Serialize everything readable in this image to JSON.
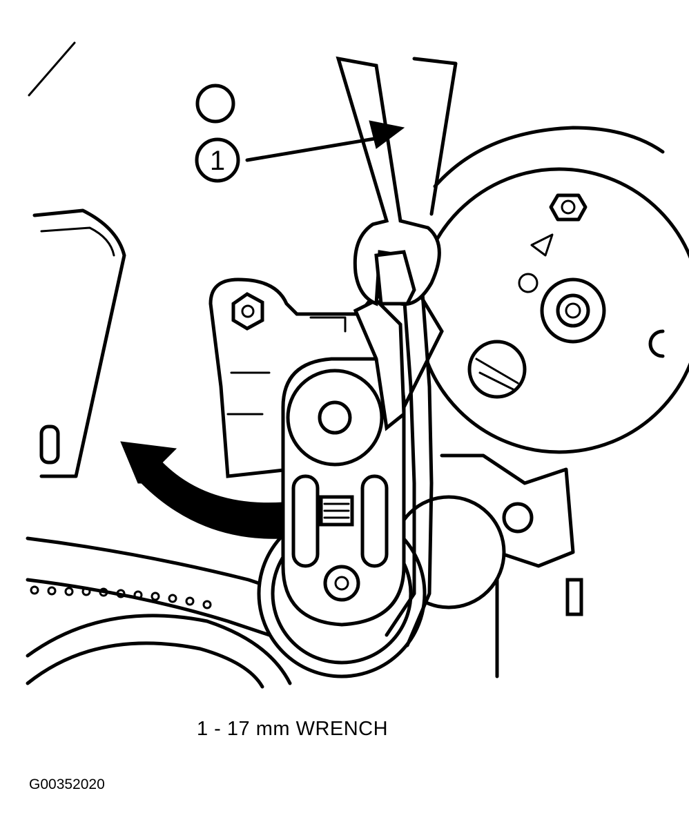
{
  "callout": {
    "number": "1"
  },
  "caption": {
    "text": "1 - 17 mm WRENCH"
  },
  "figure_id": {
    "text": "G00352020"
  },
  "colors": {
    "ink": "#000000",
    "paper": "#ffffff"
  }
}
